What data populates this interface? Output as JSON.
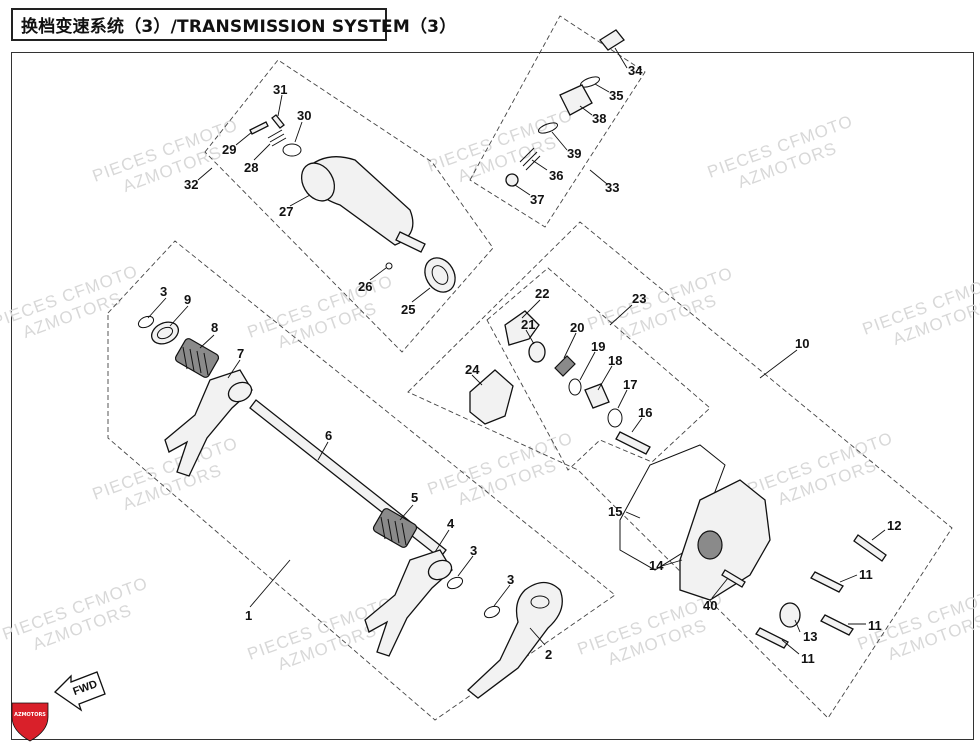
{
  "title": "换档变速系统（3）/TRANSMISSION SYSTEM（3）",
  "watermark": {
    "line1": "PIECES CFMOTO",
    "line2": "AZMOTORS"
  },
  "logo_text": "AZMOTORS",
  "fwd_label": "FWD",
  "colors": {
    "logo": "#d9202a",
    "line": "#111111",
    "watermark": "#d8d8d8"
  },
  "callouts": {
    "c1": "1",
    "c2": "2",
    "c3a": "3",
    "c3b": "3",
    "c3c": "3",
    "c4": "4",
    "c5": "5",
    "c6": "6",
    "c7": "7",
    "c8": "8",
    "c9": "9",
    "c10": "10",
    "c11a": "11",
    "c11b": "11",
    "c11c": "11",
    "c12": "12",
    "c13": "13",
    "c14": "14",
    "c15": "15",
    "c16": "16",
    "c17": "17",
    "c18": "18",
    "c19": "19",
    "c20": "20",
    "c21": "21",
    "c22": "22",
    "c23": "23",
    "c24": "24",
    "c25": "25",
    "c26": "26",
    "c27": "27",
    "c28": "28",
    "c29": "29",
    "c30": "30",
    "c31": "31",
    "c32": "32",
    "c33": "33",
    "c34": "34",
    "c35": "35",
    "c36": "36",
    "c37": "37",
    "c38": "38",
    "c39": "39",
    "c40": "40"
  }
}
